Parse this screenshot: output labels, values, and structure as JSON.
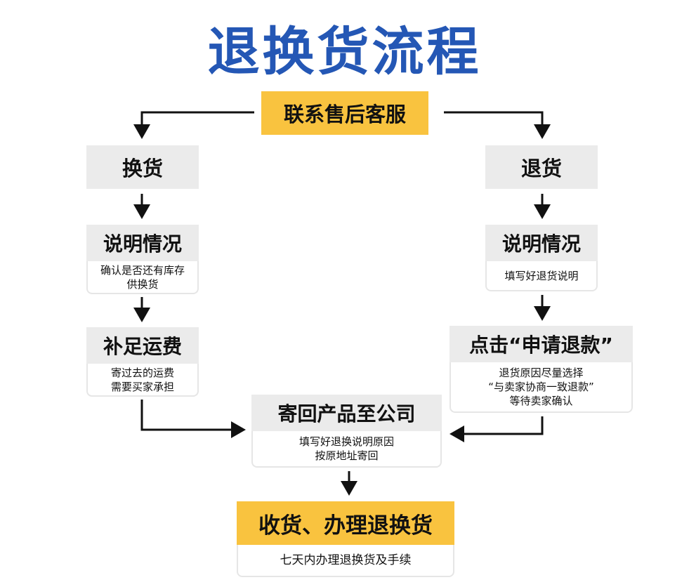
{
  "title": "退换货流程",
  "colors": {
    "title": "#2457b5",
    "highlight": "#f9c33f",
    "header": "#ebebeb",
    "line": "#111111"
  },
  "nodes": {
    "contact": {
      "label": "联系售后客服"
    },
    "exchange": {
      "label": "换货"
    },
    "return": {
      "label": "退货"
    },
    "exchange_explain": {
      "label": "说明情况",
      "lines": [
        "确认是否还有库存",
        "供换货"
      ]
    },
    "return_explain": {
      "label": "说明情况",
      "lines": [
        "填写好退货说明"
      ]
    },
    "shipping": {
      "label": "补足运费",
      "lines": [
        "寄过去的运费",
        "需要买家承担"
      ]
    },
    "refund": {
      "label": "点击“申请退款”",
      "lines": [
        "退货原因尽量选择",
        "“与卖家协商一致退款”",
        "等待卖家确认"
      ]
    },
    "send_back": {
      "label": "寄回产品至公司",
      "lines": [
        "填写好退换说明原因",
        "按原地址寄回"
      ]
    },
    "receive": {
      "label": "收货、办理退换货",
      "lines": [
        "七天内办理退换货及手续"
      ]
    }
  }
}
